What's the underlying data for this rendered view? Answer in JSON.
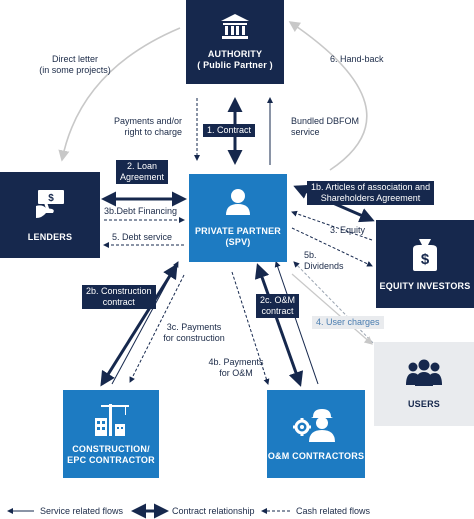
{
  "nodes": {
    "authority": {
      "title": "AUTHORITY",
      "subtitle": "( Public Partner )",
      "icon": "government-building-icon"
    },
    "private_partner": {
      "title": "PRIVATE PARTNER",
      "subtitle": "(SPV)",
      "icon": "person-icon"
    },
    "lenders": {
      "title": "LENDERS",
      "icon": "cash-hand-icon"
    },
    "equity_investors": {
      "title": "EQUITY INVESTORS",
      "icon": "money-bag-icon"
    },
    "users": {
      "title": "USERS",
      "icon": "people-group-icon"
    },
    "construction": {
      "title": "CONSTRUCTION/",
      "subtitle": "EPC CONTRACTOR",
      "icon": "crane-building-icon"
    },
    "om": {
      "title": "O&M CONTRACTORS",
      "icon": "worker-gear-icon"
    }
  },
  "labels": {
    "direct_letter_1": "Direct letter",
    "direct_letter_2": "(in some projects)",
    "handback": "6. Hand-back",
    "payments_1": "Payments and/or",
    "payments_2": "right to charge",
    "contract": "1. Contract",
    "bundled_1": "Bundled DBFOM",
    "bundled_2": "service",
    "loan_1": "2. Loan",
    "loan_2": "Agreement",
    "debt_financing": "3b.Debt Financing",
    "debt_service": "5. Debt service",
    "articles_1": "1b. Articles of association and",
    "articles_2": "Shareholders Agreement",
    "equity": "3. Equity",
    "dividends_1": "5b.",
    "dividends_2": "Dividends",
    "construction_contract_1": "2b. Construction",
    "construction_contract_2": "contract",
    "om_contract_1": "2c. O&M",
    "om_contract_2": "contract",
    "user_charges": "4. User charges",
    "payments_construction_1": "3c. Payments",
    "payments_construction_2": "for construction",
    "payments_om_1": "4b. Payments",
    "payments_om_2": "for O&M"
  },
  "legend": {
    "service": "Service related flows",
    "contract": "Contract relationship",
    "cash": "Cash related flows"
  },
  "colors": {
    "navy": "#16284d",
    "blue": "#1d7bc2",
    "grey_box": "#e9ebee",
    "grey_line": "#c8c8c8"
  }
}
